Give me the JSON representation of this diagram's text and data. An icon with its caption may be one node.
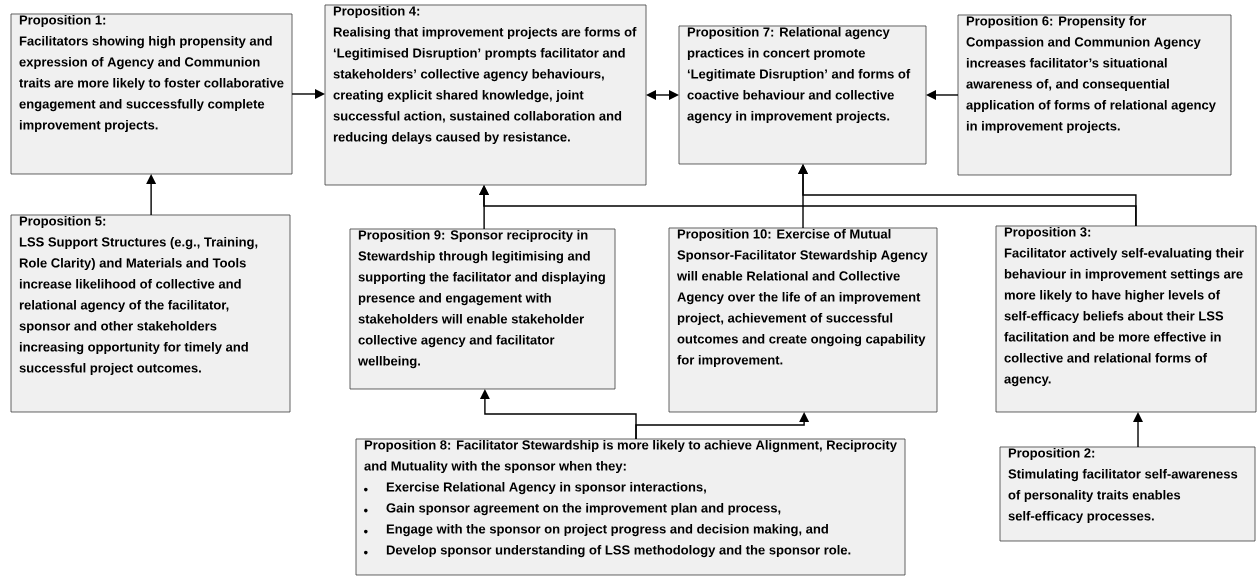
{
  "diagram": {
    "nodes": [
      {
        "text": [
          "Proposition 1:",
          "Facilitators showing high propensity and expression of Agency and Communion traits are more likely to foster collaborative engagement and successfully complete improvement projects."
        ]
      },
      {
        "text": [
          "Proposition 4:",
          "Realising that improvement projects are forms of ‘Legitimised Disruption’ prompts facilitator and stakeholders’ collective agency behaviours, creating explicit shared knowledge, joint successful action, sustained collaboration and reducing delays caused by resistance."
        ]
      },
      {
        "text": [
          "Proposition 7: Relational agency practices in concert promote ‘Legitimate Disruption’ and forms of coactive behaviour and collective agency in improvement projects."
        ]
      },
      {
        "text": [
          "Proposition 6: Propensity for Compassion and Communion Agency increases facilitator’s situational awareness of, and consequential application of forms of relational agency in improvement projects."
        ]
      },
      {
        "text": [
          "Proposition 5:",
          "LSS Support Structures (e.g., Training, Role Clarity) and Materials and Tools increase likelihood of collective and relational agency of the facilitator, sponsor and other stakeholders increasing opportunity for timely and successful project outcomes."
        ]
      },
      {
        "text": [
          "Proposition 9: Sponsor reciprocity in Stewardship through legitimising and supporting the facilitator and displaying presence and engagement with stakeholders will enable stakeholder collective agency and facilitator wellbeing."
        ]
      },
      {
        "text": [
          "Proposition 10: Exercise of Mutual Sponsor-Facilitator Stewardship Agency will enable Relational and Collective Agency over the life of an improvement project, achievement of successful outcomes and create ongoing capability for improvement."
        ]
      },
      {
        "text": [
          "Proposition 3:",
          "Facilitator actively self-evaluating their behaviour in improvement settings are more likely to have higher levels of self-efficacy beliefs about their LSS facilitation and be more effective in collective and relational forms of agency."
        ]
      },
      {
        "text": [
          "Proposition 8: Facilitator Stewardship is more likely to achieve Alignment, Reciprocity and Mutuality with the sponsor when they:",
          "Exercise Relational Agency in sponsor interactions,",
          "Gain sponsor agreement on the improvement plan and process,",
          "Engage with the sponsor on project progress and decision making, and",
          "Develop sponsor understanding of LSS methodology and the sponsor role."
        ]
      },
      {
        "text": [
          "Proposition 2:",
          "Stimulating facilitator self-awareness of personality traits enables self-efficacy processes."
        ]
      }
    ],
    "edges": [
      {
        "from": 0,
        "to": 1,
        "arrow": "to"
      },
      {
        "from": 1,
        "to": 2,
        "arrow": "both"
      },
      {
        "from": 3,
        "to": 2,
        "arrow": "to"
      },
      {
        "from": 4,
        "to": 0,
        "arrow": "to"
      },
      {
        "from": 5,
        "to": 1,
        "arrow": "to"
      },
      {
        "from": 6,
        "to": 2,
        "arrow": "to"
      },
      {
        "from": 7,
        "to": 1,
        "arrow": "to"
      },
      {
        "from": 7,
        "to": 2,
        "arrow": "to"
      },
      {
        "from": 8,
        "to": 5,
        "arrow": "to"
      },
      {
        "from": 8,
        "to": 6,
        "arrow": "to"
      },
      {
        "from": 9,
        "to": 7,
        "arrow": "to"
      }
    ]
  }
}
